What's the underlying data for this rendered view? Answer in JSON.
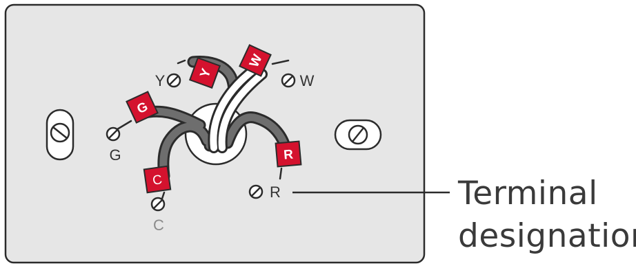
{
  "wires": [
    {
      "tag": "G",
      "terminal": "G"
    },
    {
      "tag": "Y",
      "terminal": "Y"
    },
    {
      "tag": "W",
      "terminal": "W"
    },
    {
      "tag": "C",
      "terminal": "C"
    },
    {
      "tag": "R",
      "terminal": "R"
    }
  ],
  "callout": {
    "line1": "Terminal",
    "line2": "designation"
  },
  "colors": {
    "plate": "#e6e6e6",
    "outline": "#2b2b2b",
    "wire_dark": "#6e6e6e",
    "wire_white": "#ffffff",
    "tag_red": "#d4122e",
    "terminal_label": "#333333",
    "terminal_label_c": "#8a8a8a"
  }
}
